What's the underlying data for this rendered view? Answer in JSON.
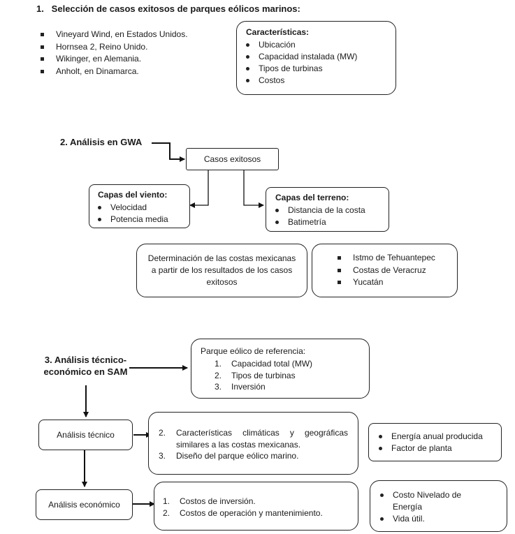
{
  "section1": {
    "title": "1.   Selección de casos exitosos de parques eólicos marinos:",
    "cases": [
      "Vineyard Wind, en Estados Unidos.",
      "Hornsea 2, Reino Unido.",
      "Wikinger, en Alemania.",
      "Anholt, en Dinamarca."
    ],
    "characteristics": {
      "title": "Características:",
      "items": [
        "Ubicación",
        "Capacidad instalada (MW)",
        "Tipos de turbinas",
        "Costos"
      ]
    }
  },
  "section2": {
    "title": "2. Análisis en GWA",
    "center_box": "Casos exitosos",
    "wind_layers": {
      "title": "Capas del viento:",
      "items": [
        "Velocidad",
        "Potencia media"
      ]
    },
    "terrain_layers": {
      "title": "Capas del terreno:",
      "items": [
        "Distancia de la costa",
        "Batimetría"
      ]
    },
    "determination": {
      "line1": "Determinación de las costas mexicanas",
      "line2": "a partir de los resultados de los casos",
      "line3": "exitosos"
    },
    "regions": [
      "Istmo de Tehuantepec",
      "Costas de Veracruz",
      "Yucatán"
    ]
  },
  "section3": {
    "title_line1": "3. Análisis técnico-",
    "title_line2": "económico en SAM",
    "reference_park": {
      "title": "Parque eólico de referencia:",
      "items": [
        {
          "num": "1.",
          "text": "Capacidad total (MW)"
        },
        {
          "num": "2.",
          "text": "Tipos de turbinas"
        },
        {
          "num": "3.",
          "text": "Inversión"
        }
      ]
    },
    "technical": {
      "label": "Análisis técnico",
      "items": [
        {
          "num": "2.",
          "line1": "Características climáticas y geográficas",
          "line2": "similares a las costas mexicanas."
        },
        {
          "num": "3.",
          "line1": "Diseño del parque eólico marino.",
          "line2": ""
        }
      ],
      "outputs": [
        "Energía anual producida",
        "Factor de planta"
      ]
    },
    "economic": {
      "label": "Análisis económico",
      "items": [
        {
          "num": "1.",
          "text": "Costos de inversión."
        },
        {
          "num": "2.",
          "text": "Costos de operación y mantenimiento."
        }
      ],
      "outputs_line1": "Costo Nivelado de",
      "outputs_line2": "Energía",
      "outputs_last": "Vida útil."
    }
  }
}
